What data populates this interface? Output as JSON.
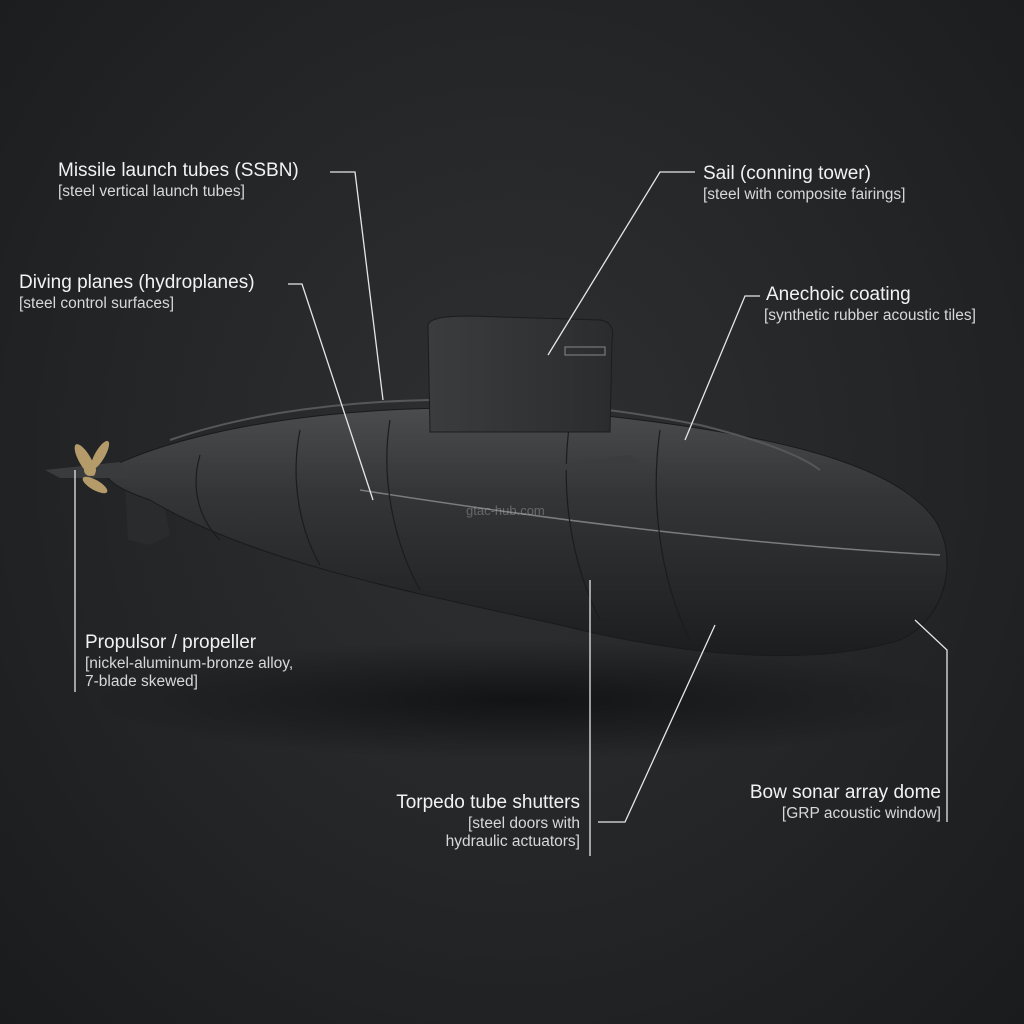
{
  "labels": {
    "missile": {
      "title": "Missile launch tubes (SSBN)",
      "material": "[steel vertical launch tubes]"
    },
    "diving": {
      "title": "Diving planes (hydroplanes)",
      "material": "[steel control surfaces]"
    },
    "sail": {
      "title": "Sail (conning tower)",
      "material": "[steel with composite fairings]"
    },
    "anechoic": {
      "title": "Anechoic coating",
      "material": "[synthetic rubber acoustic tiles]"
    },
    "propulsor": {
      "title": "Propulsor / propeller",
      "material_1": "[nickel-aluminum-bronze alloy,",
      "material_2": "7-blade skewed]"
    },
    "torpedo": {
      "title": "Torpedo tube shutters",
      "material_1": "[steel doors with",
      "material_2": "hydraulic actuators]"
    },
    "sonar": {
      "title": "Bow sonar array dome",
      "material": "[GRP acoustic window]"
    }
  },
  "watermark": "gtac-hub.com",
  "colors": {
    "background": "#232527",
    "hull": "#2c2e30",
    "leader_lines": "#e6e6e6",
    "propeller": "#b59a6a"
  }
}
